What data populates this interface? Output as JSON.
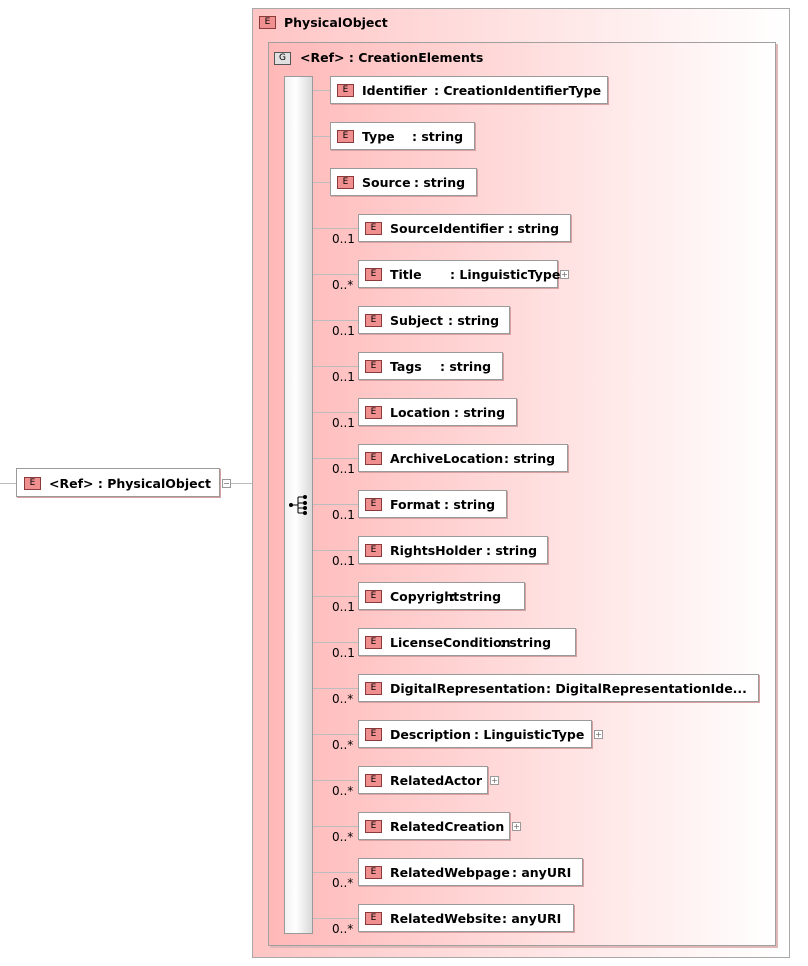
{
  "ref_node": {
    "badge": "E",
    "ref_label": "<Ref>",
    "name": ": PhysicalObject",
    "toggle": "−"
  },
  "element": {
    "badge": "E",
    "name": "PhysicalObject"
  },
  "group": {
    "badge": "G",
    "ref_label": "<Ref>",
    "name": ": CreationElements"
  },
  "children": [
    {
      "name": "Identifier",
      "type": ": CreationIdentifierType",
      "card": "",
      "expand": ""
    },
    {
      "name": "Type",
      "type": ": string",
      "card": "",
      "expand": ""
    },
    {
      "name": "Source",
      "type": ": string",
      "card": "",
      "expand": ""
    },
    {
      "name": "SourceIdentifier",
      "type": ": string",
      "card": "0..1",
      "expand": ""
    },
    {
      "name": "Title",
      "type": ": LinguisticType",
      "card": "0..*",
      "expand": "+"
    },
    {
      "name": "Subject",
      "type": ": string",
      "card": "0..1",
      "expand": ""
    },
    {
      "name": "Tags",
      "type": ": string",
      "card": "0..1",
      "expand": ""
    },
    {
      "name": "Location",
      "type": ": string",
      "card": "0..1",
      "expand": ""
    },
    {
      "name": "ArchiveLocation",
      "type": ": string",
      "card": "0..1",
      "expand": ""
    },
    {
      "name": "Format",
      "type": ": string",
      "card": "0..1",
      "expand": ""
    },
    {
      "name": "RightsHolder",
      "type": ": string",
      "card": "0..1",
      "expand": ""
    },
    {
      "name": "Copyright",
      "type": ": string",
      "card": "0..1",
      "expand": ""
    },
    {
      "name": "LicenseCondition",
      "type": ": string",
      "card": "0..1",
      "expand": ""
    },
    {
      "name": "DigitalRepresentation",
      "type": ": DigitalRepresentationIde...",
      "card": "0..*",
      "expand": ""
    },
    {
      "name": "Description",
      "type": ": LinguisticType",
      "card": "0..*",
      "expand": "+"
    },
    {
      "name": "RelatedActor",
      "type": "",
      "card": "0..*",
      "expand": "+"
    },
    {
      "name": "RelatedCreation",
      "type": "",
      "card": "0..*",
      "expand": "+"
    },
    {
      "name": "RelatedWebpage",
      "type": ": anyURI",
      "card": "0..*",
      "expand": ""
    },
    {
      "name": "RelatedWebsite",
      "type": ": anyURI",
      "card": "0..*",
      "expand": ""
    }
  ],
  "colors": {
    "element_bg": "#f08f8f",
    "panel_gradient_start": "#ffc4c4",
    "panel_gradient_end": "#ffffff"
  }
}
